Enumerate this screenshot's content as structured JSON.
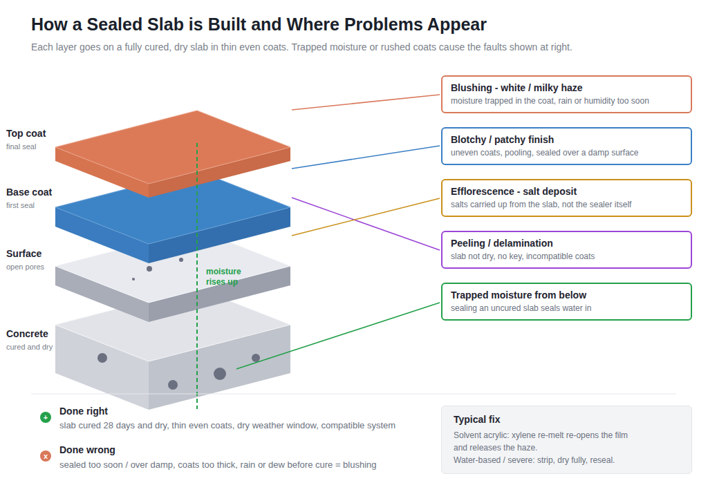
{
  "diagram": {
    "title": "How a Sealed Slab is Built and Where Problems Appear",
    "caption": "Each layer goes on a fully cured, dry slab in thin even coats. Trapped moisture or rushed coats cause the faults shown at right.",
    "nodes": [
      {
        "text": [
          "Blushing - white / milky haze",
          "moisture trapped in the coat, rain or humidity too soon"
        ]
      },
      {
        "text": [
          "Blotchy / patchy finish",
          "uneven coats, pooling, sealed over a damp surface"
        ]
      },
      {
        "text": [
          "Efflorescence - salt deposit",
          "salts carried up from the slab, not the sealer itself"
        ]
      },
      {
        "text": [
          "Peeling / delamination",
          "slab not dry, no key, incompatible coats"
        ]
      },
      {
        "text": [
          "Trapped moisture from below",
          "sealing an uncured slab seals water in"
        ]
      },
      {
        "text": [
          "+"
        ]
      },
      {
        "text": [
          "x"
        ]
      },
      {
        "text": [
          "Typical fix",
          "Solvent acrylic: xylene re-melt re-opens the film and releases the haze.",
          "Water-based / severe: strip, dry fully, reseal."
        ]
      }
    ],
    "labels": [
      "Top coat",
      "final seal",
      "Base coat",
      "first seal",
      "Surface",
      "open pores",
      "Concrete",
      "cured and dry",
      "moisture rises up",
      "Done right",
      "slab cured 28 days and dry, thin even coats, dry weather window, compatible system",
      "Done wrong",
      "sealed too soon / over damp, coats too thick, rain or dew before cure = blushing"
    ]
  }
}
